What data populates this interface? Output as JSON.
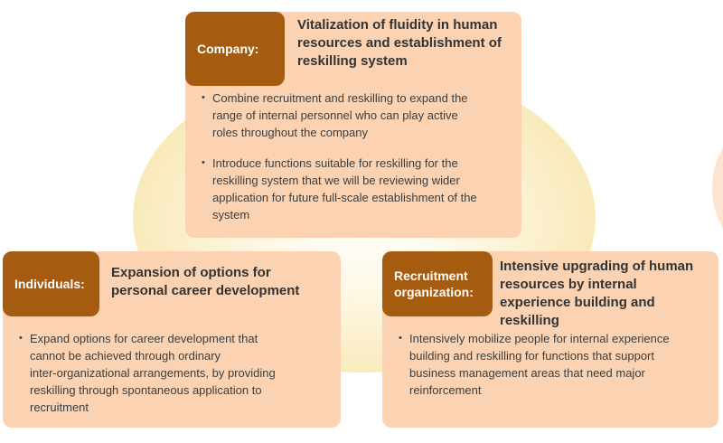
{
  "colors": {
    "accent_brown": "#A55B10",
    "card_peach": "#FBD3B2",
    "center_glow_cream": "#F9EABB",
    "right_edge_blob_peach": "#FBE4D0",
    "title_text": "#333333",
    "body_text": "#3D3D3D",
    "label_text": "#FFFFFF"
  },
  "bullet_char": "•",
  "cards": {
    "company": {
      "label": "Company:",
      "title_lines": [
        "Vitalization of fluidity in human",
        "resources and establishment of",
        "reskilling system"
      ],
      "bullets": [
        {
          "lines": [
            "Combine recruitment and reskilling to expand the",
            "range of internal personnel who can play active",
            "roles throughout the company"
          ]
        },
        {
          "lines": [
            "Introduce functions suitable for reskilling for the",
            "reskilling system that we will be reviewing wider",
            "application for future full-scale establishment of the",
            "system"
          ]
        }
      ]
    },
    "individuals": {
      "label": "Individuals:",
      "title_lines": [
        "Expansion of options for",
        "personal career development"
      ],
      "bullets": [
        {
          "lines": [
            "Expand options for career development that",
            "cannot be achieved through ordinary",
            "inter-organizational arrangements, by providing",
            "reskilling through spontaneous application to",
            "recruitment"
          ]
        }
      ]
    },
    "recruitment": {
      "label_lines": [
        "Recruitment",
        "organization:"
      ],
      "title_lines": [
        "Intensive upgrading of human",
        "resources by internal",
        "experience building and reskilling"
      ],
      "bullets": [
        {
          "lines": [
            "Intensively mobilize people for internal experience",
            "building and reskilling for functions that support",
            "business management areas that need major",
            "reinforcement"
          ]
        }
      ]
    }
  }
}
